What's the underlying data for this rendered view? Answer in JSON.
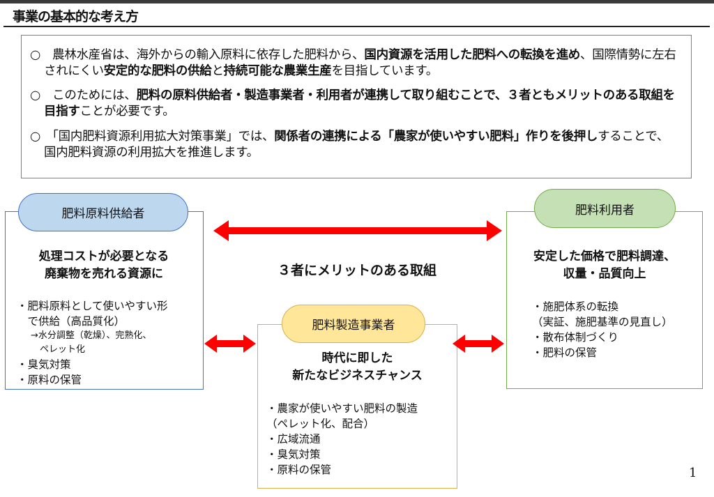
{
  "title": "事業の基本的な考え方",
  "intro": [
    {
      "bullet": "○",
      "segments": [
        {
          "t": "　農林水産省は、海外からの輸入原料に依存した肥料から、",
          "b": false
        },
        {
          "t": "国内資源を活用した肥料への転換を進め",
          "b": true
        },
        {
          "t": "、国際情勢に左右されにくい",
          "b": false
        },
        {
          "t": "安定的な肥料の供給",
          "b": true
        },
        {
          "t": "と",
          "b": false
        },
        {
          "t": "持続可能な農業生産",
          "b": true
        },
        {
          "t": "を目指しています。",
          "b": false
        }
      ]
    },
    {
      "bullet": "○",
      "segments": [
        {
          "t": "　このためには、",
          "b": false
        },
        {
          "t": "肥料の原料供給者・製造事業者・利用者が連携して取り組むことで、３者ともメリットのある取組を目指す",
          "b": true
        },
        {
          "t": "ことが必要です。",
          "b": false
        }
      ]
    },
    {
      "bullet": "○",
      "segments": [
        {
          "t": "　「国内肥料資源利用拡大対策事業」では、",
          "b": false
        },
        {
          "t": "関係者の連携による「農家が使いやすい肥料」作りを後押し",
          "b": true
        },
        {
          "t": "することで、国内肥料資源の利用拡大を推進します。",
          "b": false
        }
      ]
    }
  ],
  "center_label": "３者にメリットのある取組",
  "supplier": {
    "label": "肥料原料供給者",
    "heading": [
      "処理コストが必要となる",
      "廃棄物を売れる資源に"
    ],
    "items": [
      "・肥料原料として使いやすい形",
      "　で供給（高品質化）"
    ],
    "sub_items": [
      "→水分調整（乾燥）、完熟化、",
      "　ペレット化"
    ],
    "items2": [
      "・臭気対策",
      "・原料の保管"
    ]
  },
  "manufacturer": {
    "label": "肥料製造事業者",
    "heading": [
      "時代に即した",
      "新たなビジネスチャンス"
    ],
    "items": [
      "・農家が使いやすい肥料の製造",
      "（ペレット化、配合）",
      "・広域流通",
      "・臭気対策",
      "・原料の保管"
    ]
  },
  "user": {
    "label": "肥料利用者",
    "heading": [
      "安定した価格で肥料調達、",
      "収量・品質向上"
    ],
    "items": [
      "・施肥体系の転換",
      "（実証、施肥基準の見直し）",
      "・散布体制づくり",
      "・肥料の保管"
    ]
  },
  "page_number": "1",
  "colors": {
    "arrow": "#ff0000",
    "supplier_border": "#4472c4",
    "supplier_fill": "#bdd7ee",
    "user_border": "#70ad47",
    "user_fill": "#c5e0b4",
    "maker_border": "#d6b04a",
    "maker_fill": "#ffe699"
  }
}
